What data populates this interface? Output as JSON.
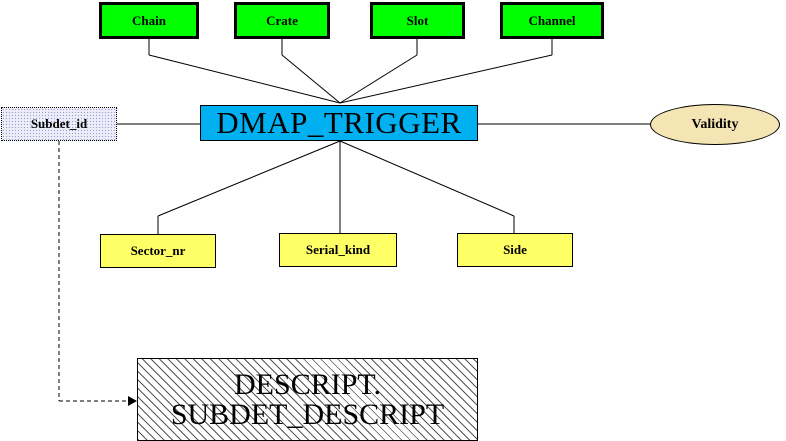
{
  "top_entities": [
    "Chain",
    "Crate",
    "Slot",
    "Channel"
  ],
  "main_entity": "DMAP_TRIGGER",
  "left_entity": "Subdet_id",
  "right_entity": "Validity",
  "bottom_entities": [
    "Sector_nr",
    "Serial_kind",
    "Side"
  ],
  "referenced_table": {
    "line1": "DESCRIPT.",
    "line2": "SUBDET_DESCRIPT"
  }
}
